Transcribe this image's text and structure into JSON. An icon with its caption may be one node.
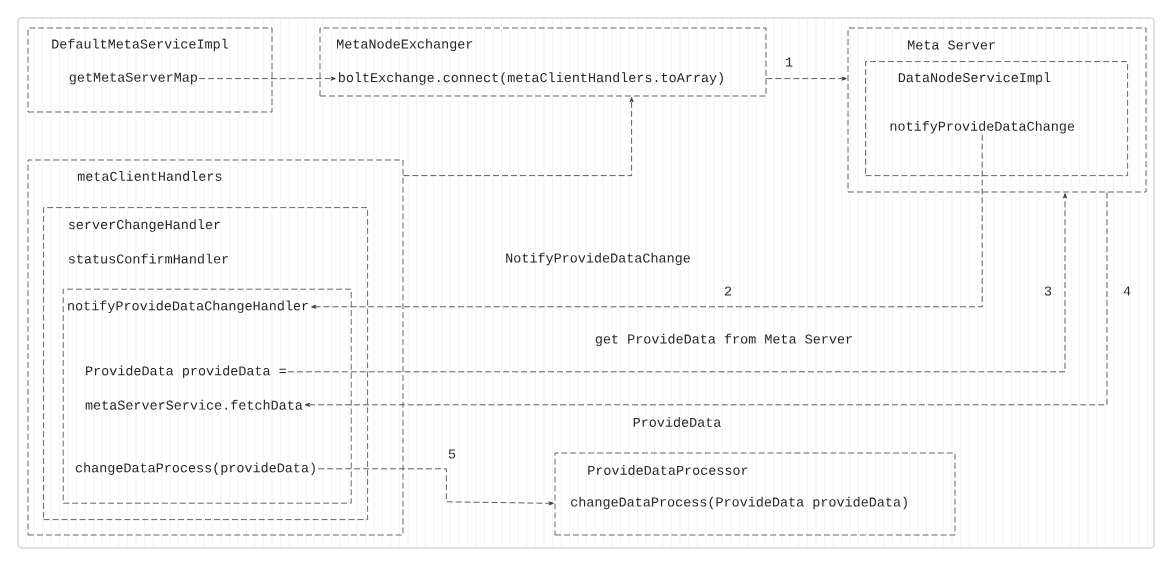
{
  "diagram": {
    "nodes": [
      {
        "text": [
          "DefaultMetaServiceImpl"
        ]
      },
      {
        "text": [
          "getMetaServerMap"
        ],
        "in": 0
      },
      {
        "text": [
          "MetaNodeExchanger"
        ]
      },
      {
        "text": [
          "boltExchange.connect(metaClientHandlers.toArray)"
        ],
        "in": 2
      },
      {
        "text": [
          "Meta Server"
        ]
      },
      {
        "text": [
          "DataNodeServiceImpl"
        ],
        "in": 4
      },
      {
        "text": [
          "notifyProvideDataChange"
        ],
        "in": 5
      },
      {
        "text": [
          "metaClientHandlers"
        ]
      },
      {
        "text": [
          "serverChangeHandler",
          "statusConfirmHandler"
        ],
        "in": 7
      },
      {
        "text": [],
        "shape": "box",
        "in": 8
      },
      {
        "text": [
          "notifyProvideDataChangeHandler"
        ],
        "in": 9
      },
      {
        "text": [
          "ProvideData provideData ="
        ],
        "in": 9
      },
      {
        "text": [
          "metaServerService.fetchData"
        ],
        "in": 9
      },
      {
        "text": [
          "changeDataProcess(provideData)"
        ],
        "in": 9
      },
      {
        "text": [
          "ProvideDataProcessor",
          "changeDataProcess(ProvideData provideData)"
        ]
      }
    ],
    "edges": [
      {
        "from": 1,
        "to": 3,
        "arrow": "to"
      },
      {
        "from": 2,
        "to": 4,
        "arrow": "to",
        "label": "1"
      },
      {
        "from": 7,
        "to": 2,
        "arrow": "to"
      },
      {
        "from": 6,
        "to": 10,
        "arrow": "to",
        "label": "2"
      },
      {
        "from": 11,
        "to": 4,
        "arrow": "to",
        "label": "3"
      },
      {
        "from": 4,
        "to": 12,
        "arrow": "to",
        "label": "4"
      },
      {
        "from": 13,
        "to": 14,
        "arrow": "to",
        "label": "5"
      }
    ],
    "labels": [
      "NotifyProvideDataChange",
      "get ProvideData from Meta Server",
      "ProvideData"
    ]
  }
}
